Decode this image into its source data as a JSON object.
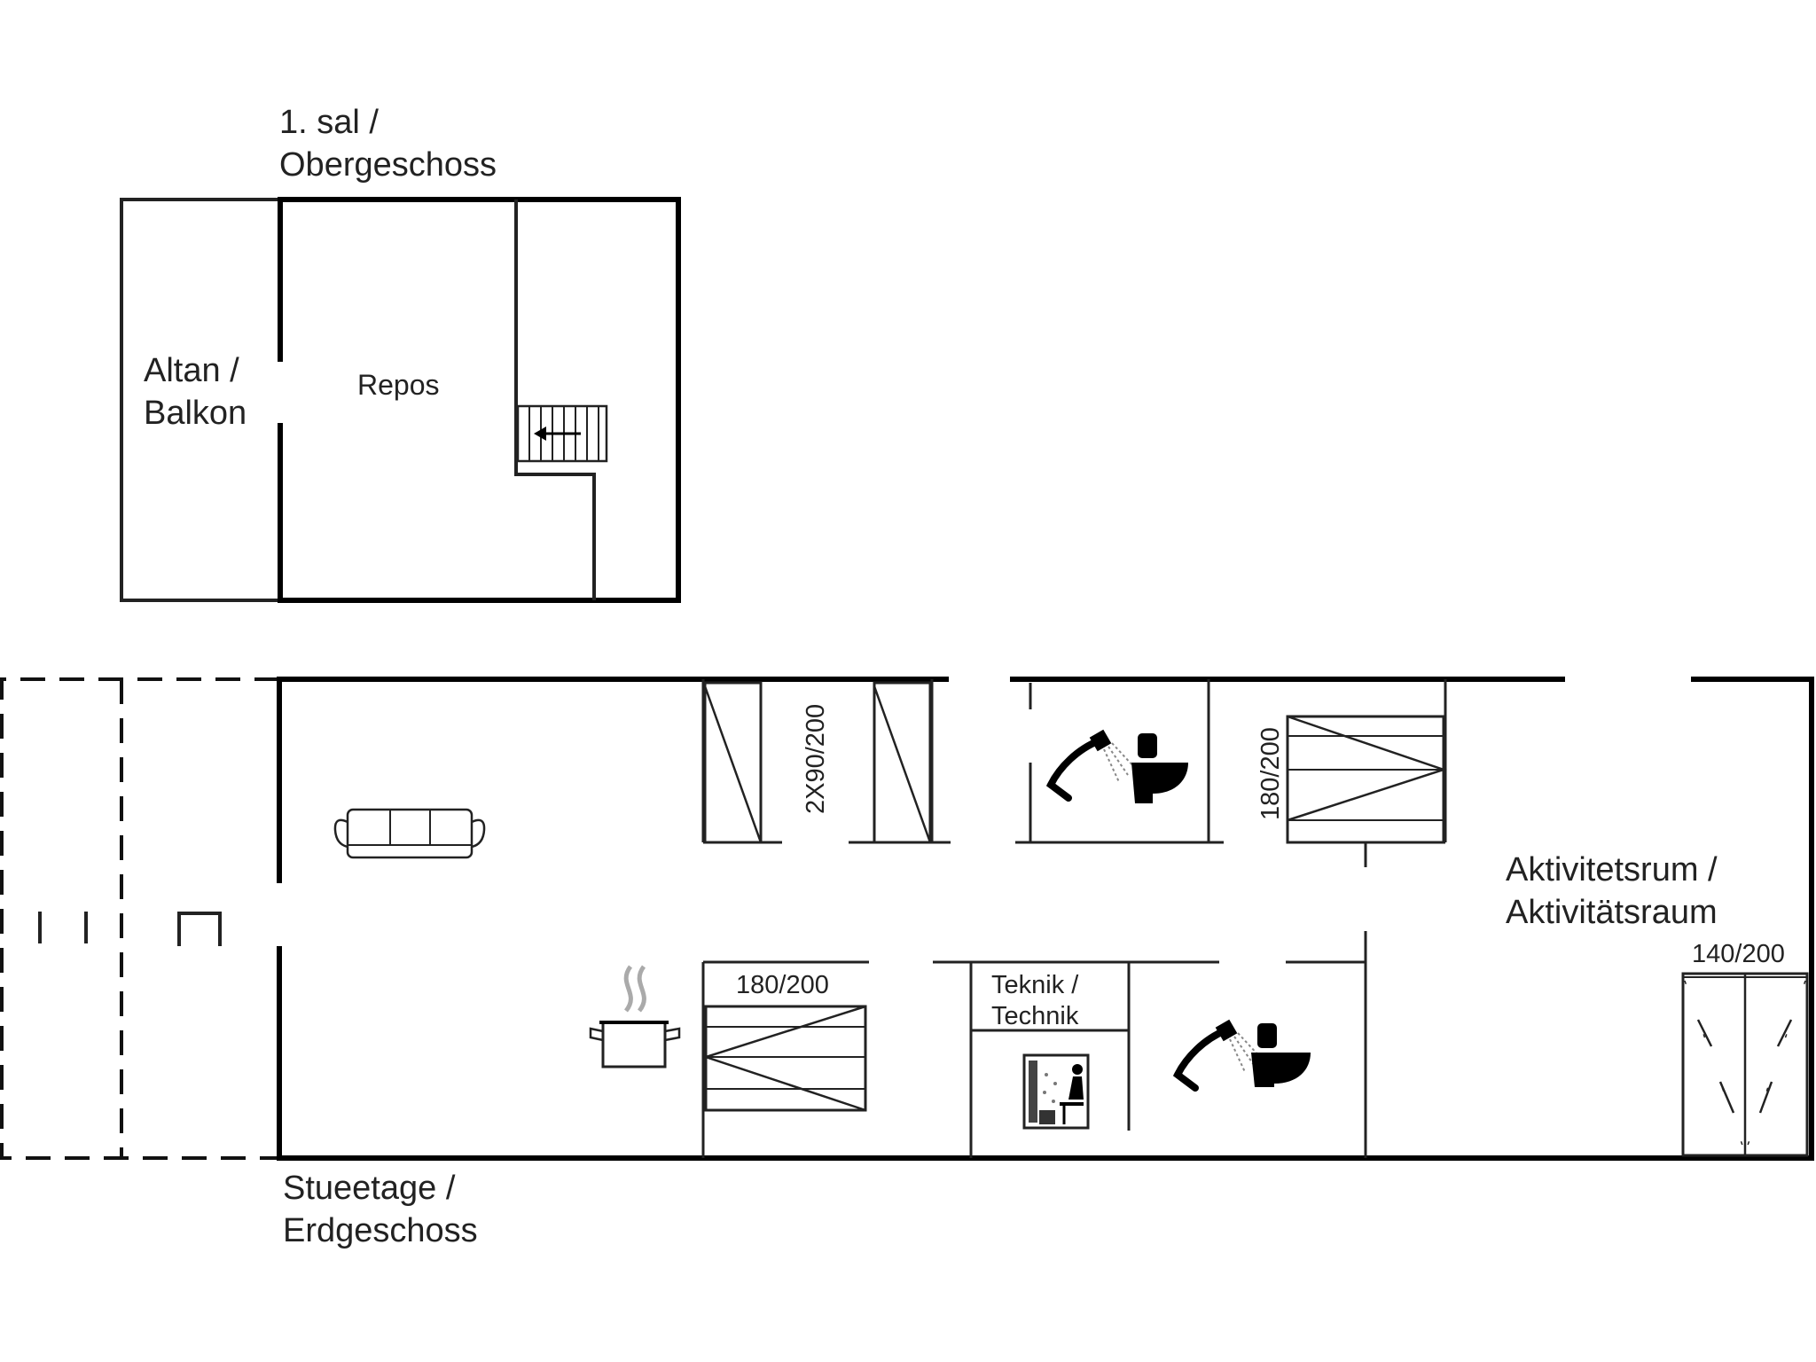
{
  "upper_floor": {
    "title_line1": "1. sal /",
    "title_line2": "Obergeschoss",
    "balcony_line1": "Altan /",
    "balcony_line2": "Balkon",
    "landing": "Repos"
  },
  "ground_floor": {
    "title_line1": "Stueetage /",
    "title_line2": "Erdgeschoss",
    "bed_bunk": "2X90/200",
    "bed_double_1": "180/200",
    "bed_double_2": "180/200",
    "bed_double_3": "140/200",
    "technik_line1": "Teknik /",
    "technik_line2": "Technik",
    "activity_line1": "Aktivitetsrum /",
    "activity_line2": "Aktivitätsraum"
  },
  "icons": [
    "stair-icon",
    "sofa-icon",
    "cooking-pot-icon",
    "shower-icon",
    "toilet-icon",
    "sauna-icon",
    "door-icon"
  ]
}
